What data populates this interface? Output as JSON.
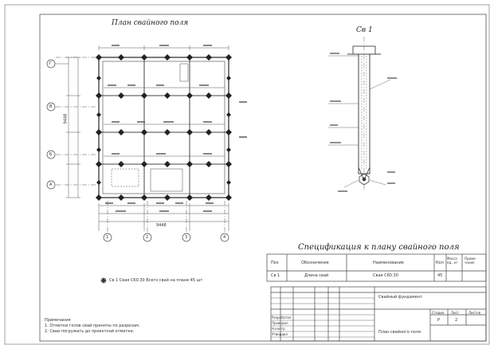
{
  "drawing": {
    "plan_title": "План свайного поля",
    "section_title": "Св 1",
    "spec_title": "Спецификация к плану свайного поля",
    "axes_vertical": [
      "Г",
      "В",
      "Б",
      "А"
    ],
    "axes_horizontal": [
      "1",
      "2",
      "3",
      "4"
    ],
    "overall_dim_bottom": "9448",
    "overall_dim_left": "9448",
    "pile_note": "Св 1 Свая С60.30 Всего свай на плане 45 шт",
    "notes_heading": "Примечания",
    "notes": [
      "1. Отметки голов свай приняты по разрезам.",
      "2. Сваи погружать до проектной отметки."
    ]
  },
  "spec_table": {
    "headers": [
      "Поз",
      "Обозначение",
      "Наименование",
      "Кол",
      "Масса ед., кг",
      "Приме-чание"
    ],
    "row": [
      "Св 1",
      "Длина свай",
      "Свая С60.30",
      "45",
      "",
      ""
    ]
  },
  "title_block": {
    "project_name": "Свайный фундамент",
    "sheet_title": "План свайного поля",
    "stage_header": "Стадия",
    "sheet_header": "Лист",
    "sheets_header": "Листов",
    "stage": "Р",
    "sheet": "2",
    "sheets": "",
    "roles": [
      "Разработал",
      "Проверил",
      "Н.контр",
      "Утвердил"
    ],
    "names": [
      "",
      "",
      "",
      ""
    ]
  }
}
